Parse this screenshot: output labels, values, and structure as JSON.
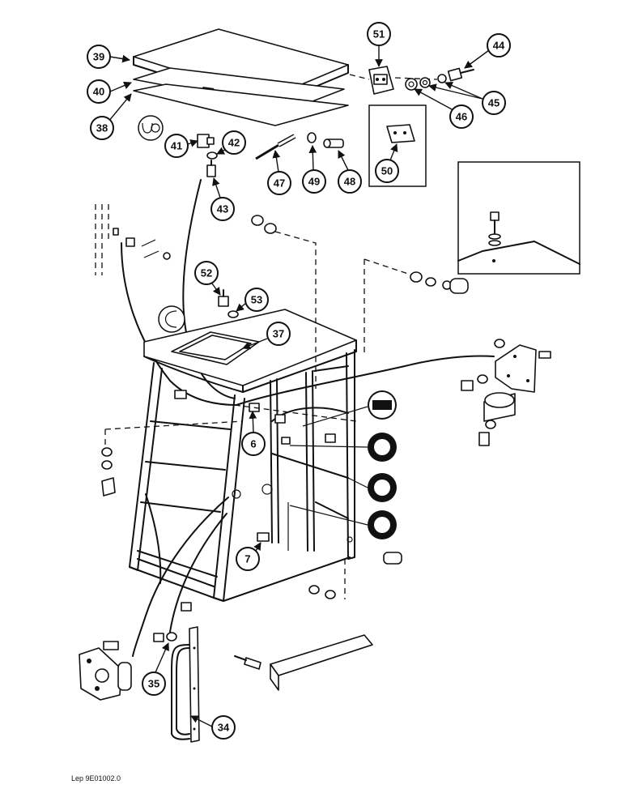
{
  "callouts": [
    "39",
    "40",
    "38",
    "51",
    "44",
    "45",
    "46",
    "41",
    "42",
    "43",
    "47",
    "49",
    "48",
    "50",
    "52",
    "53",
    "37",
    "6",
    "7",
    "35",
    "34"
  ],
  "reference_code": "Lep 9E01002.0"
}
